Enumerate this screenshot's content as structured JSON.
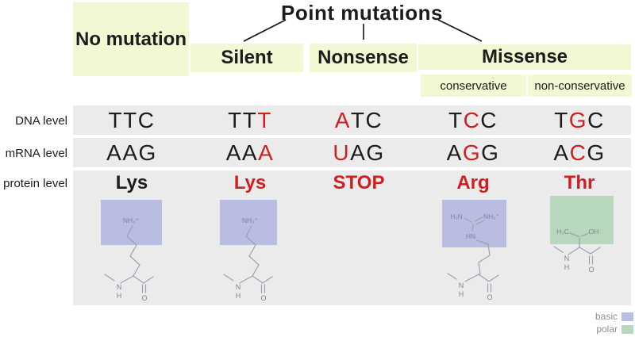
{
  "title": "Point mutations",
  "headers": {
    "no_mutation": "No mutation",
    "silent": "Silent",
    "nonsense": "Nonsense",
    "missense": "Missense",
    "conservative": "conservative",
    "non_conservative": "non-conservative"
  },
  "row_labels": {
    "dna": "DNA level",
    "mrna": "mRNA level",
    "protein": "protein level"
  },
  "grid": {
    "dna": [
      {
        "letters": [
          {
            "ch": "T",
            "color": "black"
          },
          {
            "ch": "T",
            "color": "black"
          },
          {
            "ch": "C",
            "color": "black"
          }
        ]
      },
      {
        "letters": [
          {
            "ch": "T",
            "color": "black"
          },
          {
            "ch": "T",
            "color": "black"
          },
          {
            "ch": "T",
            "color": "red"
          }
        ]
      },
      {
        "letters": [
          {
            "ch": "A",
            "color": "red"
          },
          {
            "ch": "T",
            "color": "black"
          },
          {
            "ch": "C",
            "color": "black"
          }
        ]
      },
      {
        "letters": [
          {
            "ch": "T",
            "color": "black"
          },
          {
            "ch": "C",
            "color": "red"
          },
          {
            "ch": "C",
            "color": "black"
          }
        ]
      },
      {
        "letters": [
          {
            "ch": "T",
            "color": "black"
          },
          {
            "ch": "G",
            "color": "red"
          },
          {
            "ch": "C",
            "color": "black"
          }
        ]
      }
    ],
    "mrna": [
      {
        "letters": [
          {
            "ch": "A",
            "color": "black"
          },
          {
            "ch": "A",
            "color": "black"
          },
          {
            "ch": "G",
            "color": "black"
          }
        ]
      },
      {
        "letters": [
          {
            "ch": "A",
            "color": "black"
          },
          {
            "ch": "A",
            "color": "black"
          },
          {
            "ch": "A",
            "color": "red"
          }
        ]
      },
      {
        "letters": [
          {
            "ch": "U",
            "color": "red"
          },
          {
            "ch": "A",
            "color": "black"
          },
          {
            "ch": "G",
            "color": "black"
          }
        ]
      },
      {
        "letters": [
          {
            "ch": "A",
            "color": "black"
          },
          {
            "ch": "G",
            "color": "red"
          },
          {
            "ch": "G",
            "color": "black"
          }
        ]
      },
      {
        "letters": [
          {
            "ch": "A",
            "color": "black"
          },
          {
            "ch": "C",
            "color": "red"
          },
          {
            "ch": "G",
            "color": "black"
          }
        ]
      }
    ],
    "protein": [
      {
        "text": "Lys",
        "color": "black"
      },
      {
        "text": "Lys",
        "color": "red"
      },
      {
        "text": "STOP",
        "color": "red"
      },
      {
        "text": "Arg",
        "color": "red"
      },
      {
        "text": "Thr",
        "color": "red"
      }
    ]
  },
  "structures": {
    "lys": {
      "name": "lysine",
      "amine": "NH₃⁺",
      "n": "N",
      "h": "H",
      "o": "O"
    },
    "arg": {
      "name": "arginine",
      "h2n": "H₂N",
      "nh2": "NH₂⁺",
      "hn": "HN",
      "n": "N",
      "h": "H",
      "o": "O"
    },
    "thr": {
      "name": "threonine",
      "h3c": "H₃C",
      "oh": "OH",
      "n": "N",
      "h": "H",
      "o": "O"
    }
  },
  "legend": {
    "items": [
      {
        "label": "basic",
        "key": "basic"
      },
      {
        "label": "polar",
        "key": "polar"
      }
    ]
  },
  "colors": {
    "header_yellow": "#f4f7d3",
    "row_gray": "#ebebeb",
    "basic_purple": "#b9bde2",
    "polar_green": "#b7d8bc",
    "mutation_red": "#cf1f1f",
    "text_black": "#1c1c1c"
  }
}
